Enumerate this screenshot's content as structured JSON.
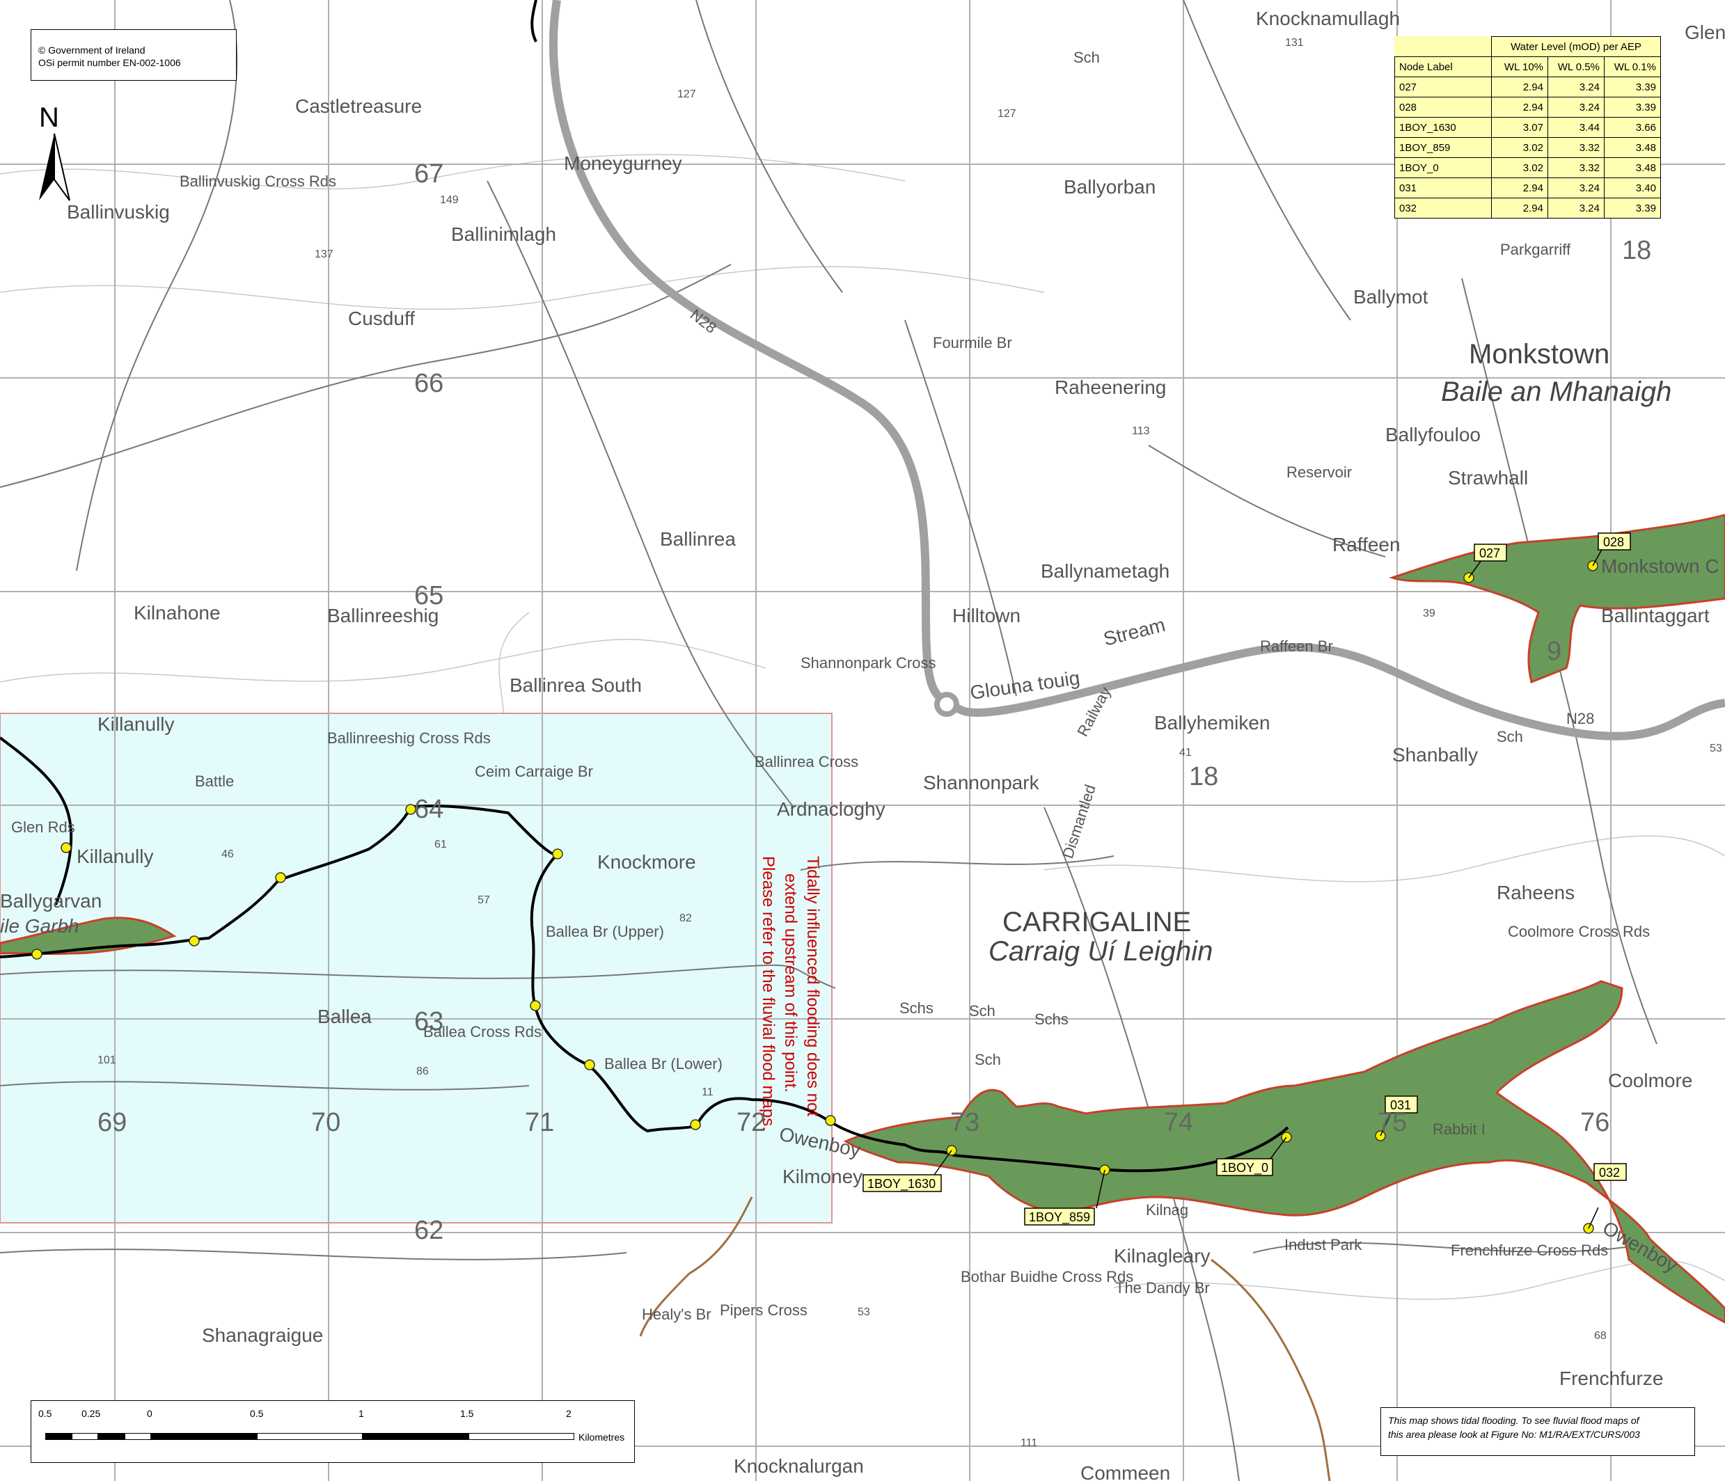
{
  "copyright": {
    "line1": "© Government of Ireland",
    "line2": "OSi permit number EN-002-1006"
  },
  "north_label": "N",
  "water_level_table": {
    "group_header": "Water Level (mOD) per AEP",
    "columns": [
      "Node Label",
      "WL 10%",
      "WL 0.5%",
      "WL 0.1%"
    ],
    "rows": [
      [
        "027",
        "2.94",
        "3.24",
        "3.39"
      ],
      [
        "028",
        "2.94",
        "3.24",
        "3.39"
      ],
      [
        "1BOY_1630",
        "3.07",
        "3.44",
        "3.66"
      ],
      [
        "1BOY_859",
        "3.02",
        "3.32",
        "3.48"
      ],
      [
        "1BOY_0",
        "3.02",
        "3.32",
        "3.48"
      ],
      [
        "031",
        "2.94",
        "3.24",
        "3.40"
      ],
      [
        "032",
        "2.94",
        "3.24",
        "3.39"
      ]
    ]
  },
  "map_note": {
    "line1": "Tidally influenced flooding does not",
    "line2": "extend upstream of this point.",
    "line3": "Please refer to the fluvial flood maps."
  },
  "tidal_note": {
    "line1": "This map shows tidal flooding. To see fluvial flood maps of",
    "line2": "this area please look at Figure No: M1/RA/EXT/CURS/003"
  },
  "scale_bar": {
    "ticks": [
      "0.5",
      "0.25",
      "0",
      "0.5",
      "1",
      "1.5",
      "2"
    ],
    "units": "Kilometres"
  },
  "node_labels": [
    "027",
    "028",
    "1BOY_1630",
    "1BOY_859",
    "1BOY_0",
    "031",
    "032"
  ],
  "grid_labels": [
    "67",
    "66",
    "65",
    "64",
    "63",
    "62",
    "69",
    "70",
    "71",
    "72",
    "73",
    "74",
    "75",
    "76",
    "18",
    "18",
    "9"
  ],
  "road_labels": [
    "N28",
    "N28"
  ],
  "water_labels": [
    "Stream",
    "Glouna touig",
    "Owenboy",
    "Owenboy",
    "Monkstown C"
  ],
  "place_names": {
    "knocknamullagh": "Knocknamullagh",
    "castletreasure": "Castletreasure",
    "moneygurney": "Moneygurney",
    "ballinvuskig_cross": "Ballinvuskig Cross Rds",
    "ballinvuskig": "Ballinvuskig",
    "ballinimlagh": "Ballinimlagh",
    "cusduff": "Cusduff",
    "ballyorban": "Ballyorban",
    "parkgarriff": "Parkgarriff",
    "ballymot": "Ballymot",
    "monkstown": "Monkstown",
    "monkstown_irish": "Baile an Mhanaigh",
    "fourmile_br": "Fourmile Br",
    "raheenering": "Raheenering",
    "ballyfouloo": "Ballyfouloo",
    "reservoir": "Reservoir",
    "strawhall": "Strawhall",
    "raffeen": "Raffeen",
    "ballinrea": "Ballinrea",
    "ballynametagh": "Ballynametagh",
    "kilnahone": "Kilnahone",
    "ballinreeshig": "Ballinreeshig",
    "hilltown": "Hilltown",
    "ballintaggart": "Ballintaggart",
    "shannonpark_cross": "Shannonpark Cross",
    "raffeen_br": "Raffeen Br",
    "ballinrea_south": "Ballinrea South",
    "killanully": "Killanully",
    "ballinreeshig_cross": "Ballinreeshig Cross Rds",
    "railway": "Railway",
    "ballyhemiken": "Ballyhemiken",
    "shanbally": "Shanbally",
    "battle": "Battle",
    "ceim_carraige": "Ceim Carraige Br",
    "ballinrea_cross": "Ballinrea Cross",
    "shannonpark": "Shannonpark",
    "ardnacloghy": "Ardnacloghy",
    "dismantled": "Dismantled",
    "glen_rds": "Glen Rds",
    "killanully2": "Killanully",
    "knockmore": "Knockmore",
    "ballygarvan": "Ballygarvan",
    "ile_garbh": "ile Garbh",
    "ballea_upper": "Ballea Br (Upper)",
    "raheens": "Raheens",
    "carrigaline": "CARRIGALINE",
    "carrigaline_irish": "Carraig Uí Leighin",
    "coolmore_cross": "Coolmore Cross Rds",
    "ballea": "Ballea",
    "ballea_cross": "Ballea Cross Rds",
    "schs1": "Schs",
    "sch1": "Sch",
    "schs2": "Schs",
    "sch2": "Sch",
    "sch3": "Sch",
    "sch4": "Sch",
    "ballea_lower": "Ballea Br (Lower)",
    "coolmore": "Coolmore",
    "kilmoney": "Kilmoney",
    "kilnagleary": "Kilnagleary",
    "kilnag": "Kilnag",
    "rabbit": "Rabbit I",
    "indust_park": "Indust Park",
    "frenchfurze_cross": "Frenchfurze Cross Rds",
    "bothar_buidhe": "Bothar Buidhe Cross Rds",
    "dandy_br": "The Dandy Br",
    "healys_br": "Healy's Br",
    "pipers_cross": "Pipers Cross",
    "shanagraigue": "Shanagraigue",
    "frenchfurze": "Frenchfurze",
    "knocknalurgan": "Knocknalurgan",
    "commeen": "Commeen",
    "clenbr": "Glenbr"
  },
  "spot_heights": [
    "131",
    "127",
    "127",
    "149",
    "137",
    "113",
    "39",
    "41",
    "46",
    "61",
    "57",
    "82",
    "86",
    "101",
    "11",
    "53",
    "111",
    "68",
    "53"
  ],
  "colors": {
    "flood": "#6a9a5a",
    "flood_edge": "#c8402a",
    "fluvial_zone": "#e4fbfc",
    "fluvial_border": "#e79090",
    "grid": "#b0b0b0",
    "river": "#000000",
    "road": "#a0a0a0",
    "node": "#f5ef00",
    "table_bg": "#ffffb4",
    "note": "#cc0000"
  }
}
